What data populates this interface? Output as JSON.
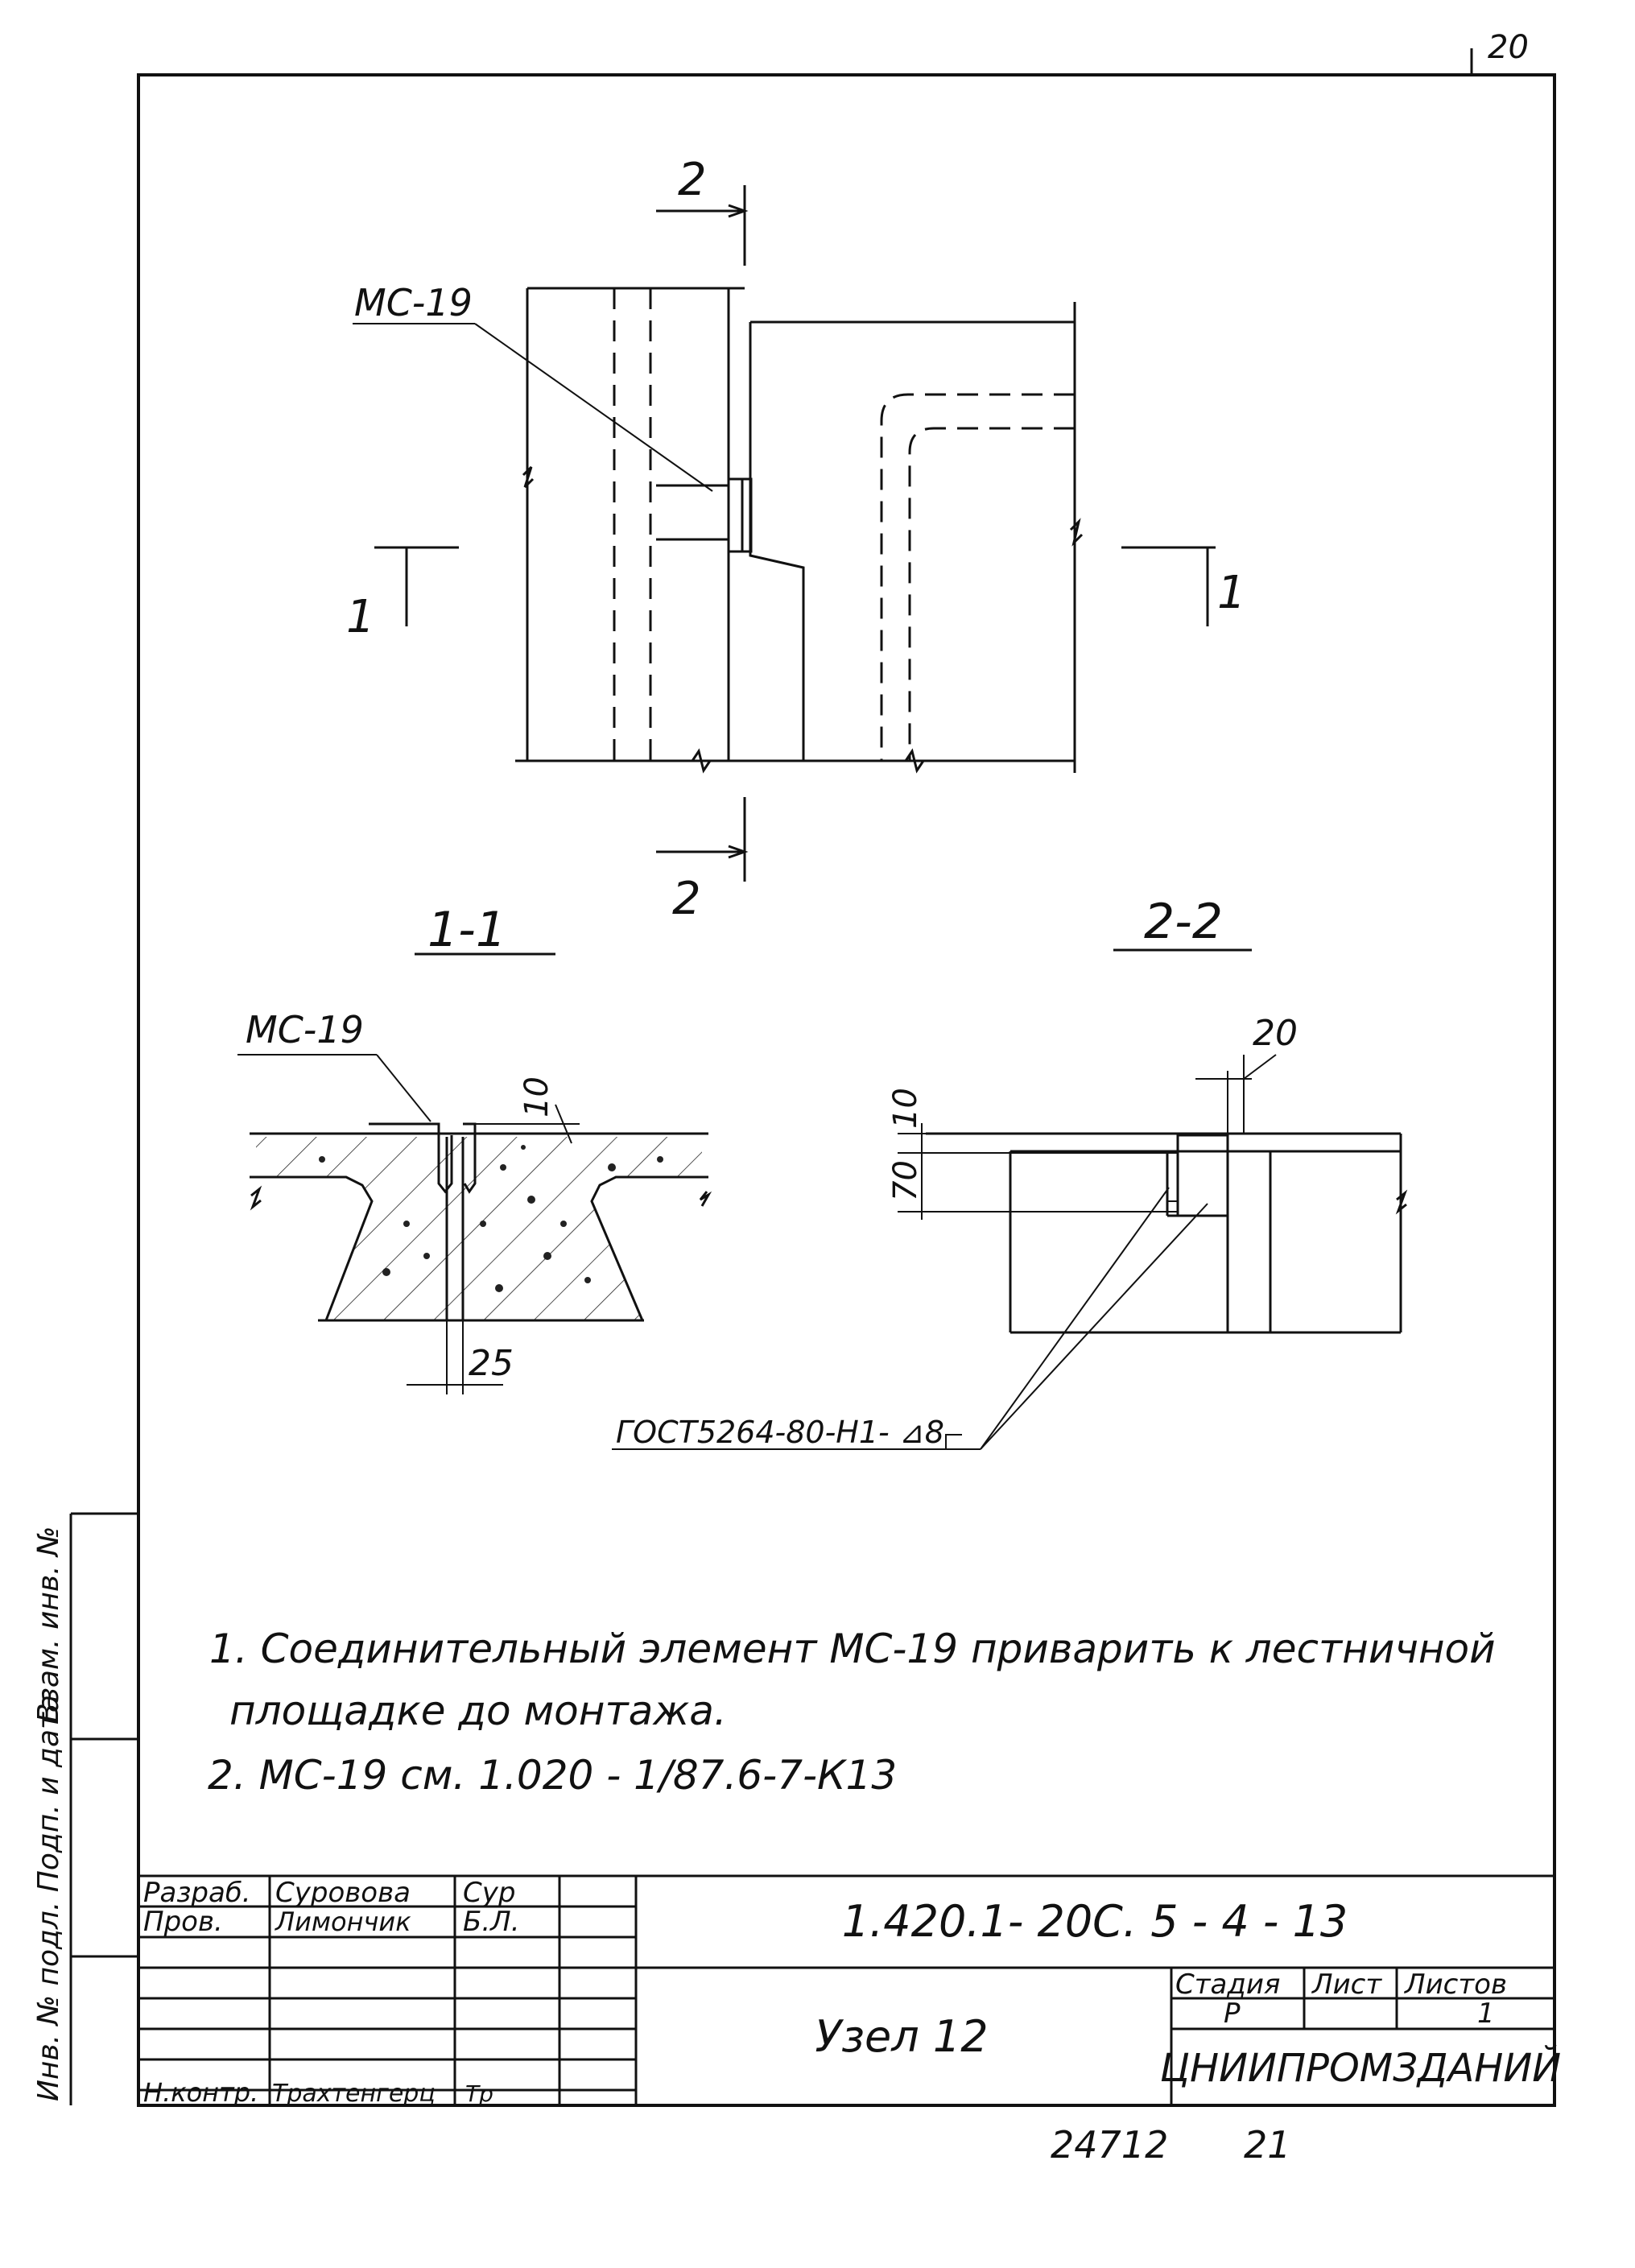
{
  "corner_mark": "20",
  "plan_view": {
    "section_2_label_top": "2",
    "section_2_label_bottom": "2",
    "section_1_label_left": "1",
    "section_1_label_right": "1",
    "element_label": "МС-19"
  },
  "section_1_1": {
    "title": "1-1",
    "element_label": "МС-19",
    "dim_gap": "10",
    "dim_width": "25"
  },
  "section_2_2": {
    "title": "2-2",
    "dim_width": "20",
    "dim_top": "10",
    "dim_height": "70",
    "weld_note": "ГОСТ5264-80-Н1- ⊿8"
  },
  "notes": [
    "1. Соединительный  элемент МС-19  приварить к лестничной",
    "площадке до монтажа.",
    "2. МС-19  см. 1.020 - 1/87.6-7-К13"
  ],
  "side_stamp": {
    "col1": "Инв. № подл.  Подп. и дата",
    "col2": "Взам. инв. №"
  },
  "title_block": {
    "roles": [
      "Разраб.",
      "Пров.",
      "",
      "",
      "",
      "",
      "Н.контр."
    ],
    "names": [
      "Суровова",
      "Лимончик",
      "",
      "",
      "",
      "",
      "Трахтенгерц"
    ],
    "signatures": [
      "Сур",
      "Б.Л.",
      "",
      "",
      "",
      "",
      "Тр"
    ],
    "document_code": "1.420.1- 20С. 5 - 4 - 13",
    "sheet_title": "Узел 12",
    "stage_header": "Стадия",
    "sheet_header": "Лист",
    "sheets_header": "Листов",
    "stage_value": "Р",
    "sheet_value": "",
    "sheets_value": "1",
    "organization": "ЦНИИПРОМЗДАНИЙ"
  },
  "footer": {
    "inventory_number": "24712",
    "page_number": "21"
  }
}
